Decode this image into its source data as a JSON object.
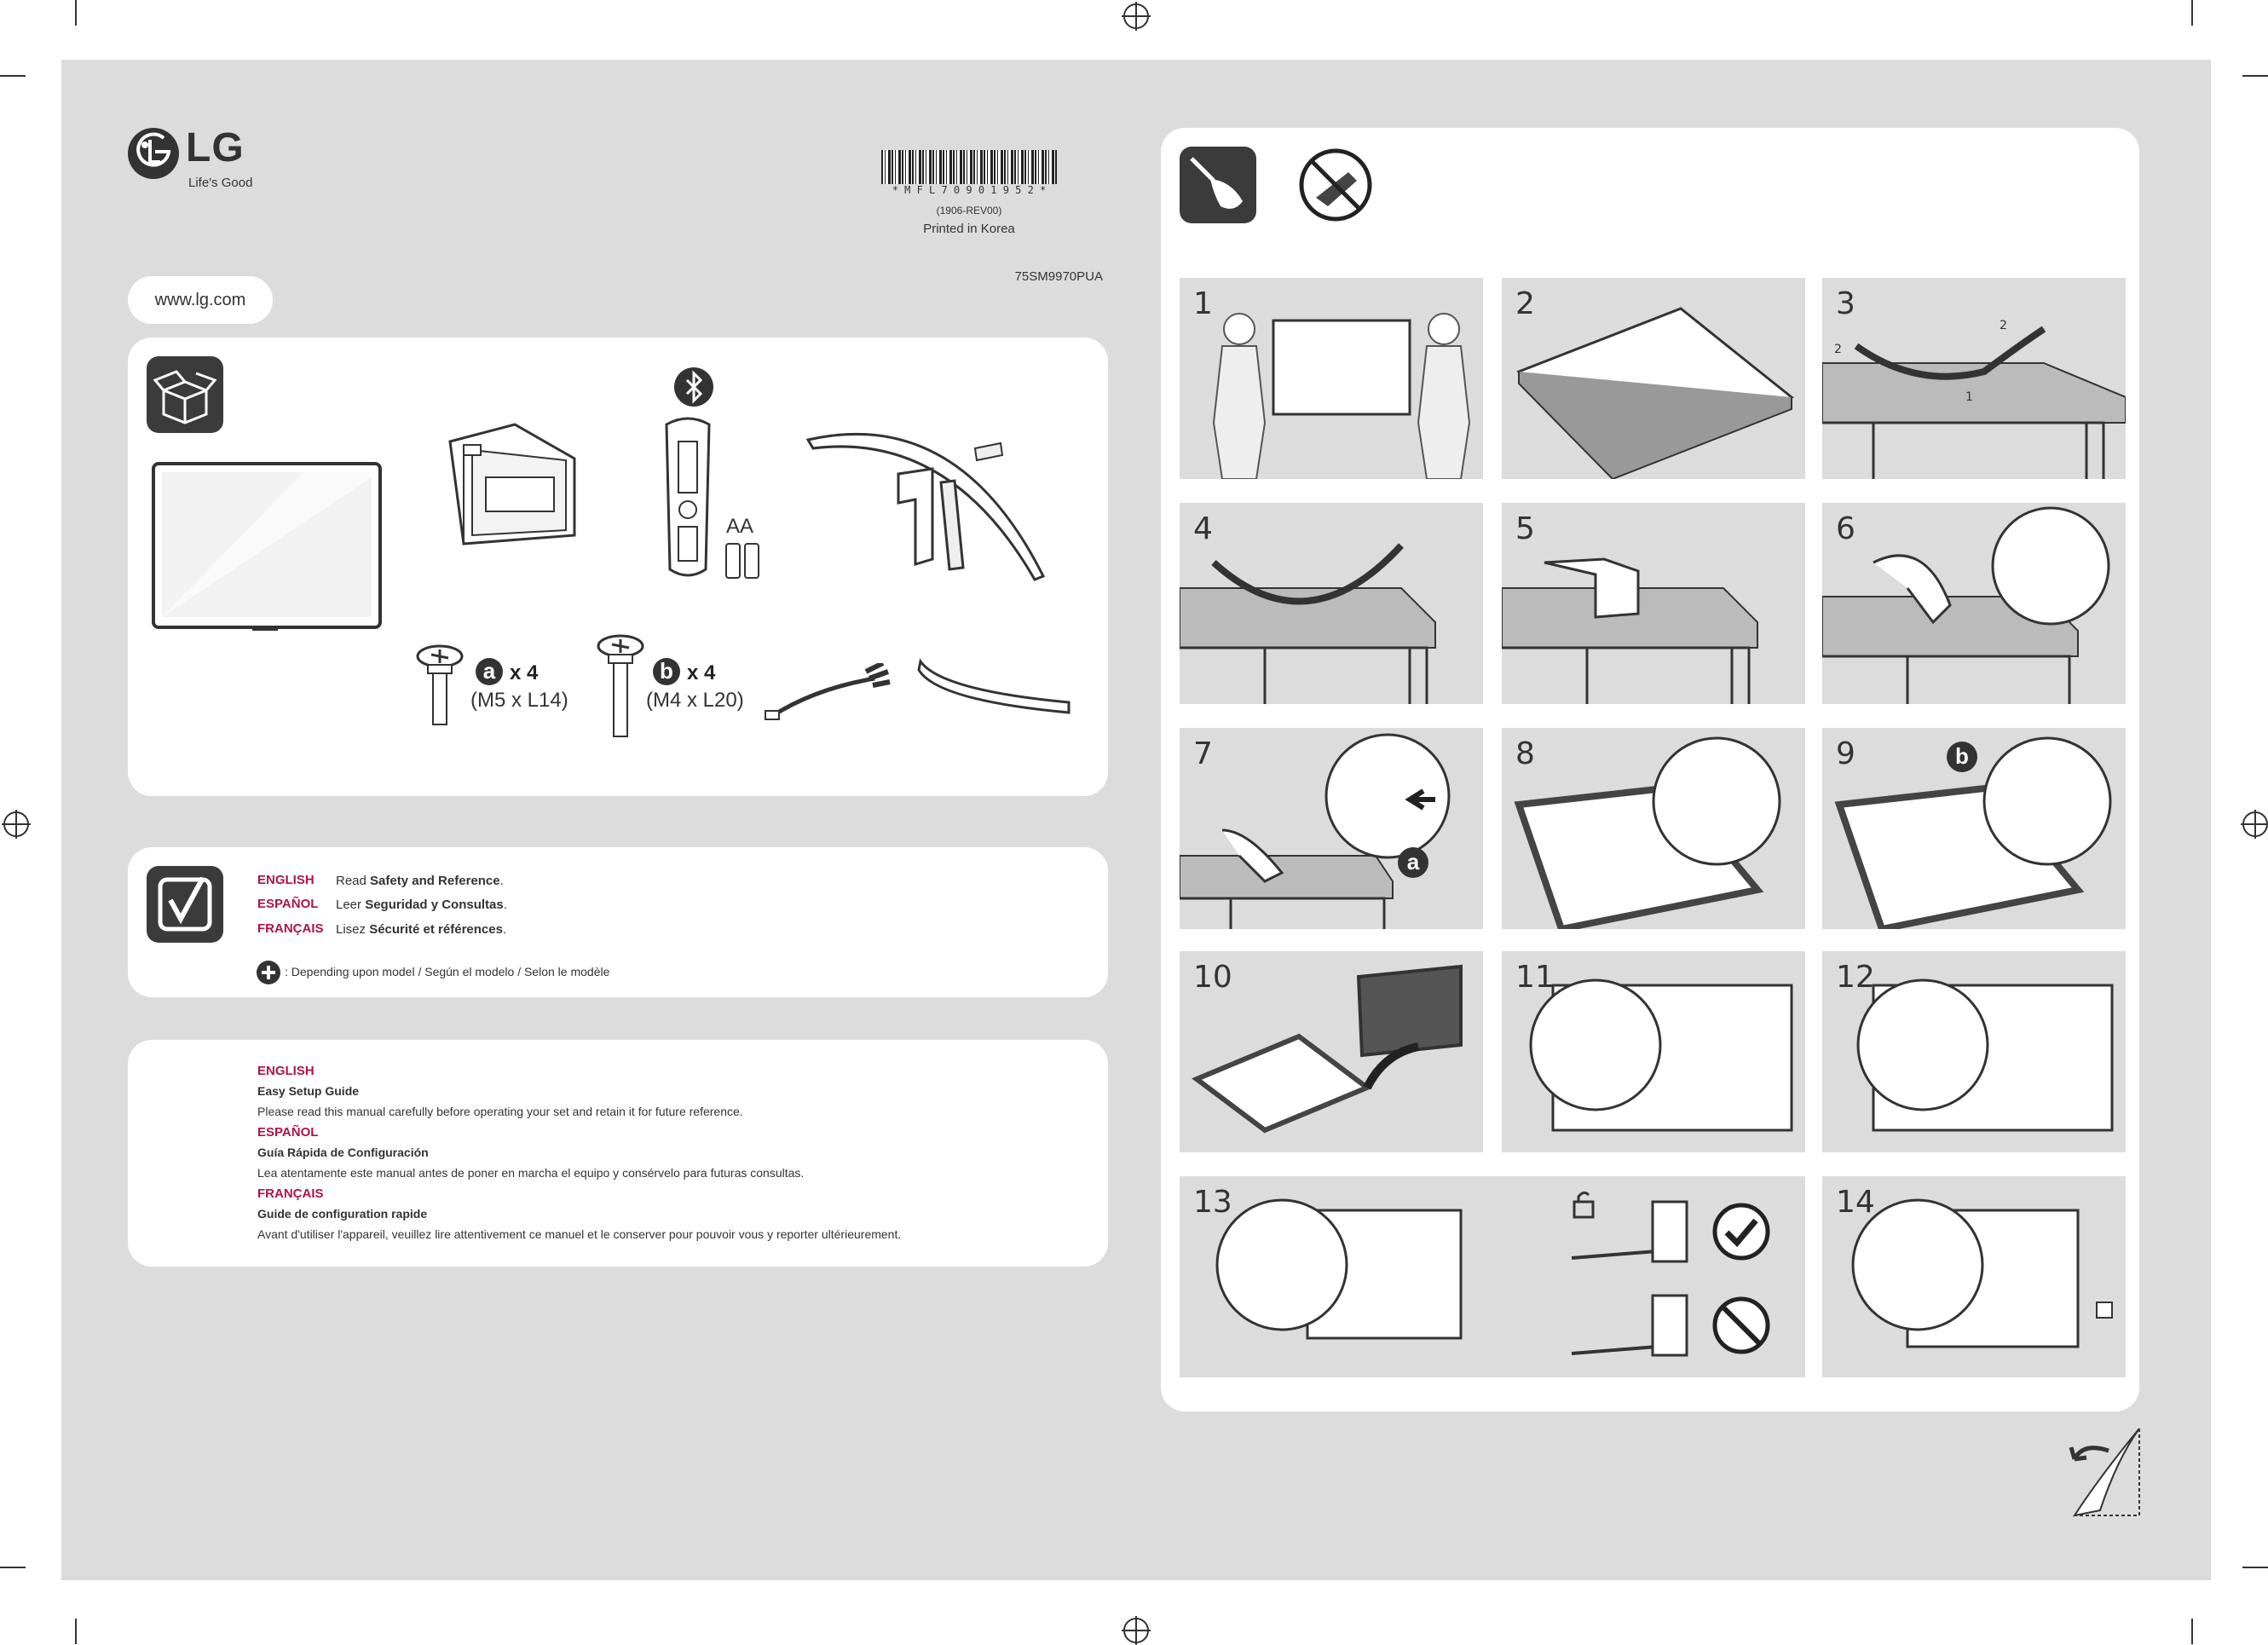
{
  "brand": {
    "logo_text": "LG",
    "tagline": "Life's Good"
  },
  "website": "www.lg.com",
  "barcode": {
    "code": "* M F L 7 0 9 0 1 9 5 2 *",
    "revision": "(1906-REV00)",
    "printed": "Printed in Korea"
  },
  "model": "75SM9970PUA",
  "contents": {
    "battery_label": "AA",
    "screw_a": {
      "letter": "a",
      "count": "x 4",
      "size": "(M5 x L14)"
    },
    "screw_b": {
      "letter": "b",
      "count": "x 4",
      "size": "(M4 x L20)"
    }
  },
  "safety": {
    "rows": [
      {
        "lang": "ENGLISH",
        "prefix": "Read ",
        "bold": "Safety and Reference",
        "suffix": "."
      },
      {
        "lang": "ESPAÑOL",
        "prefix": "Leer ",
        "bold": "Seguridad y Consultas",
        "suffix": "."
      },
      {
        "lang": "FRANÇAIS",
        "prefix": "Lisez ",
        "bold": "Sécurité et références",
        "suffix": "."
      }
    ],
    "note": ": Depending upon model / Según el modelo / Selon le modèle"
  },
  "guide": [
    {
      "lang": "ENGLISH",
      "title": "Easy Setup Guide",
      "text": "Please read this manual carefully before operating your set and retain it for future reference."
    },
    {
      "lang": "ESPAÑOL",
      "title": "Guía Rápida de Configuración",
      "text": "Lea atentamente este manual antes de poner en marcha el equipo y consérvelo para futuras consultas."
    },
    {
      "lang": "FRANÇAIS",
      "title": "Guide de configuration rapide",
      "text": "Avant d'utiliser l'appareil, veuillez lire attentivement ce manuel et le conserver pour pouvoir vous y reporter ultérieurement."
    }
  ],
  "steps": [
    "1",
    "2",
    "3",
    "4",
    "5",
    "6",
    "7",
    "8",
    "9",
    "10",
    "11",
    "12",
    "13",
    "14"
  ],
  "step_callouts": {
    "step7": "a",
    "step9": "b",
    "step3_marks": [
      "2",
      "2",
      "1"
    ]
  },
  "icons": [
    "lg-logo-icon",
    "box-icon",
    "bluetooth-icon",
    "checklist-icon",
    "plus-icon",
    "screwdriver-icon",
    "no-tool-icon",
    "unlock-icon",
    "check-icon",
    "prohibited-icon",
    "page-turn-icon"
  ]
}
